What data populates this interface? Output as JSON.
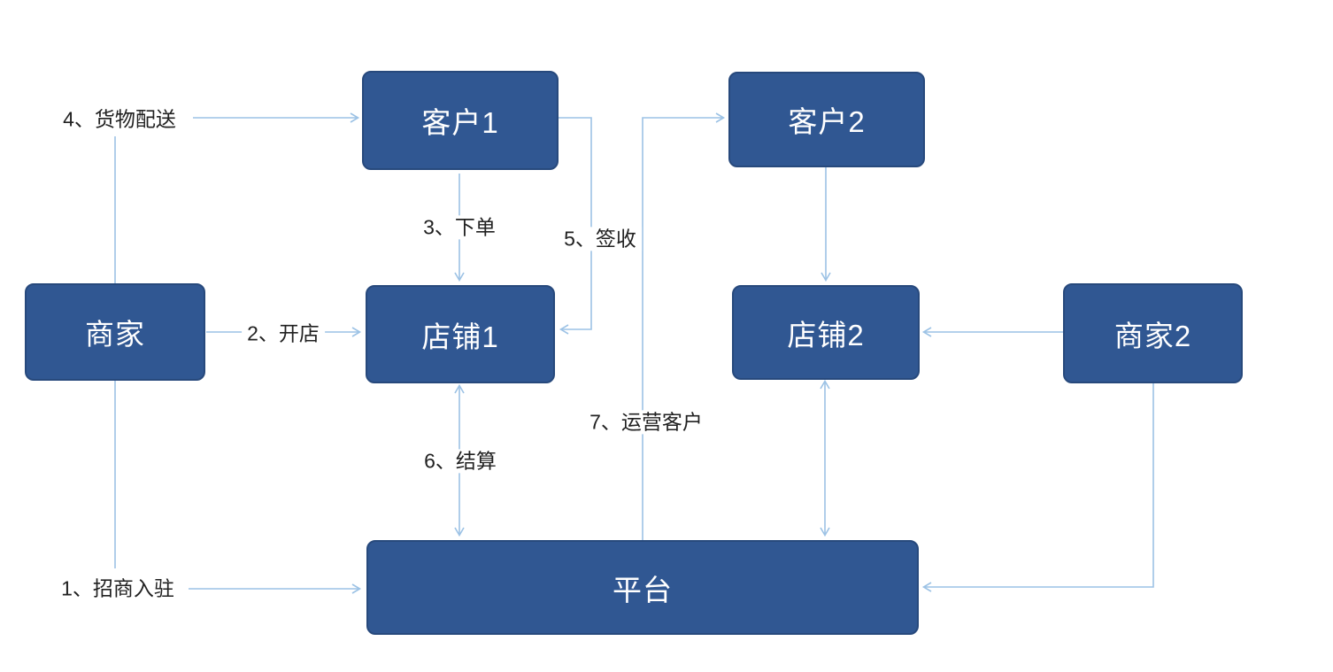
{
  "diagram": {
    "title": "platform-merchant-customer-flow",
    "nodes": {
      "merchant1": "商家",
      "customer1": "客户1",
      "shop1": "店铺1",
      "customer2": "客户2",
      "shop2": "店铺2",
      "merchant2": "商家2",
      "platform": "平台"
    },
    "edge_labels": {
      "step1": "1、招商入驻",
      "step2": "2、开店",
      "step3": "3、下单",
      "step4": "4、货物配送",
      "step5": "5、签收",
      "step6": "6、结算",
      "step7": "7、运营客户"
    },
    "edges": [
      {
        "name": "merchant1-up-to-step4",
        "from": "merchant1",
        "to": "step4-label",
        "arrow": "none"
      },
      {
        "name": "step4-to-customer1",
        "from": "step4-label",
        "to": "customer1",
        "arrow": "end"
      },
      {
        "name": "step2-merchant1-to-shop1",
        "from": "merchant1",
        "to": "shop1",
        "arrow": "end"
      },
      {
        "name": "step3-customer1-to-shop1",
        "from": "customer1",
        "to": "shop1",
        "arrow": "end"
      },
      {
        "name": "step5-customer1-to-shop1",
        "from": "customer1",
        "to": "shop1",
        "arrow": "end"
      },
      {
        "name": "step6-shop1-platform",
        "from": "shop1",
        "to": "platform",
        "arrow": "both"
      },
      {
        "name": "step7-platform-to-customer2",
        "from": "platform",
        "to": "customer2",
        "arrow": "end"
      },
      {
        "name": "customer2-to-shop2",
        "from": "customer2",
        "to": "shop2",
        "arrow": "end"
      },
      {
        "name": "merchant2-to-shop2",
        "from": "merchant2",
        "to": "shop2",
        "arrow": "end"
      },
      {
        "name": "shop2-platform",
        "from": "shop2",
        "to": "platform",
        "arrow": "both"
      },
      {
        "name": "merchant2-to-platform",
        "from": "merchant2",
        "to": "platform",
        "arrow": "end"
      },
      {
        "name": "merchant1-down-to-step1",
        "from": "merchant1",
        "to": "step1-label",
        "arrow": "none"
      },
      {
        "name": "step1-to-platform",
        "from": "step1-label",
        "to": "platform",
        "arrow": "end"
      }
    ],
    "colors": {
      "node_fill": "#305792",
      "node_border": "#27497c",
      "node_text": "#ffffff",
      "connector": "#9cc2e5",
      "label_text": "#212121",
      "background": "#ffffff"
    }
  }
}
